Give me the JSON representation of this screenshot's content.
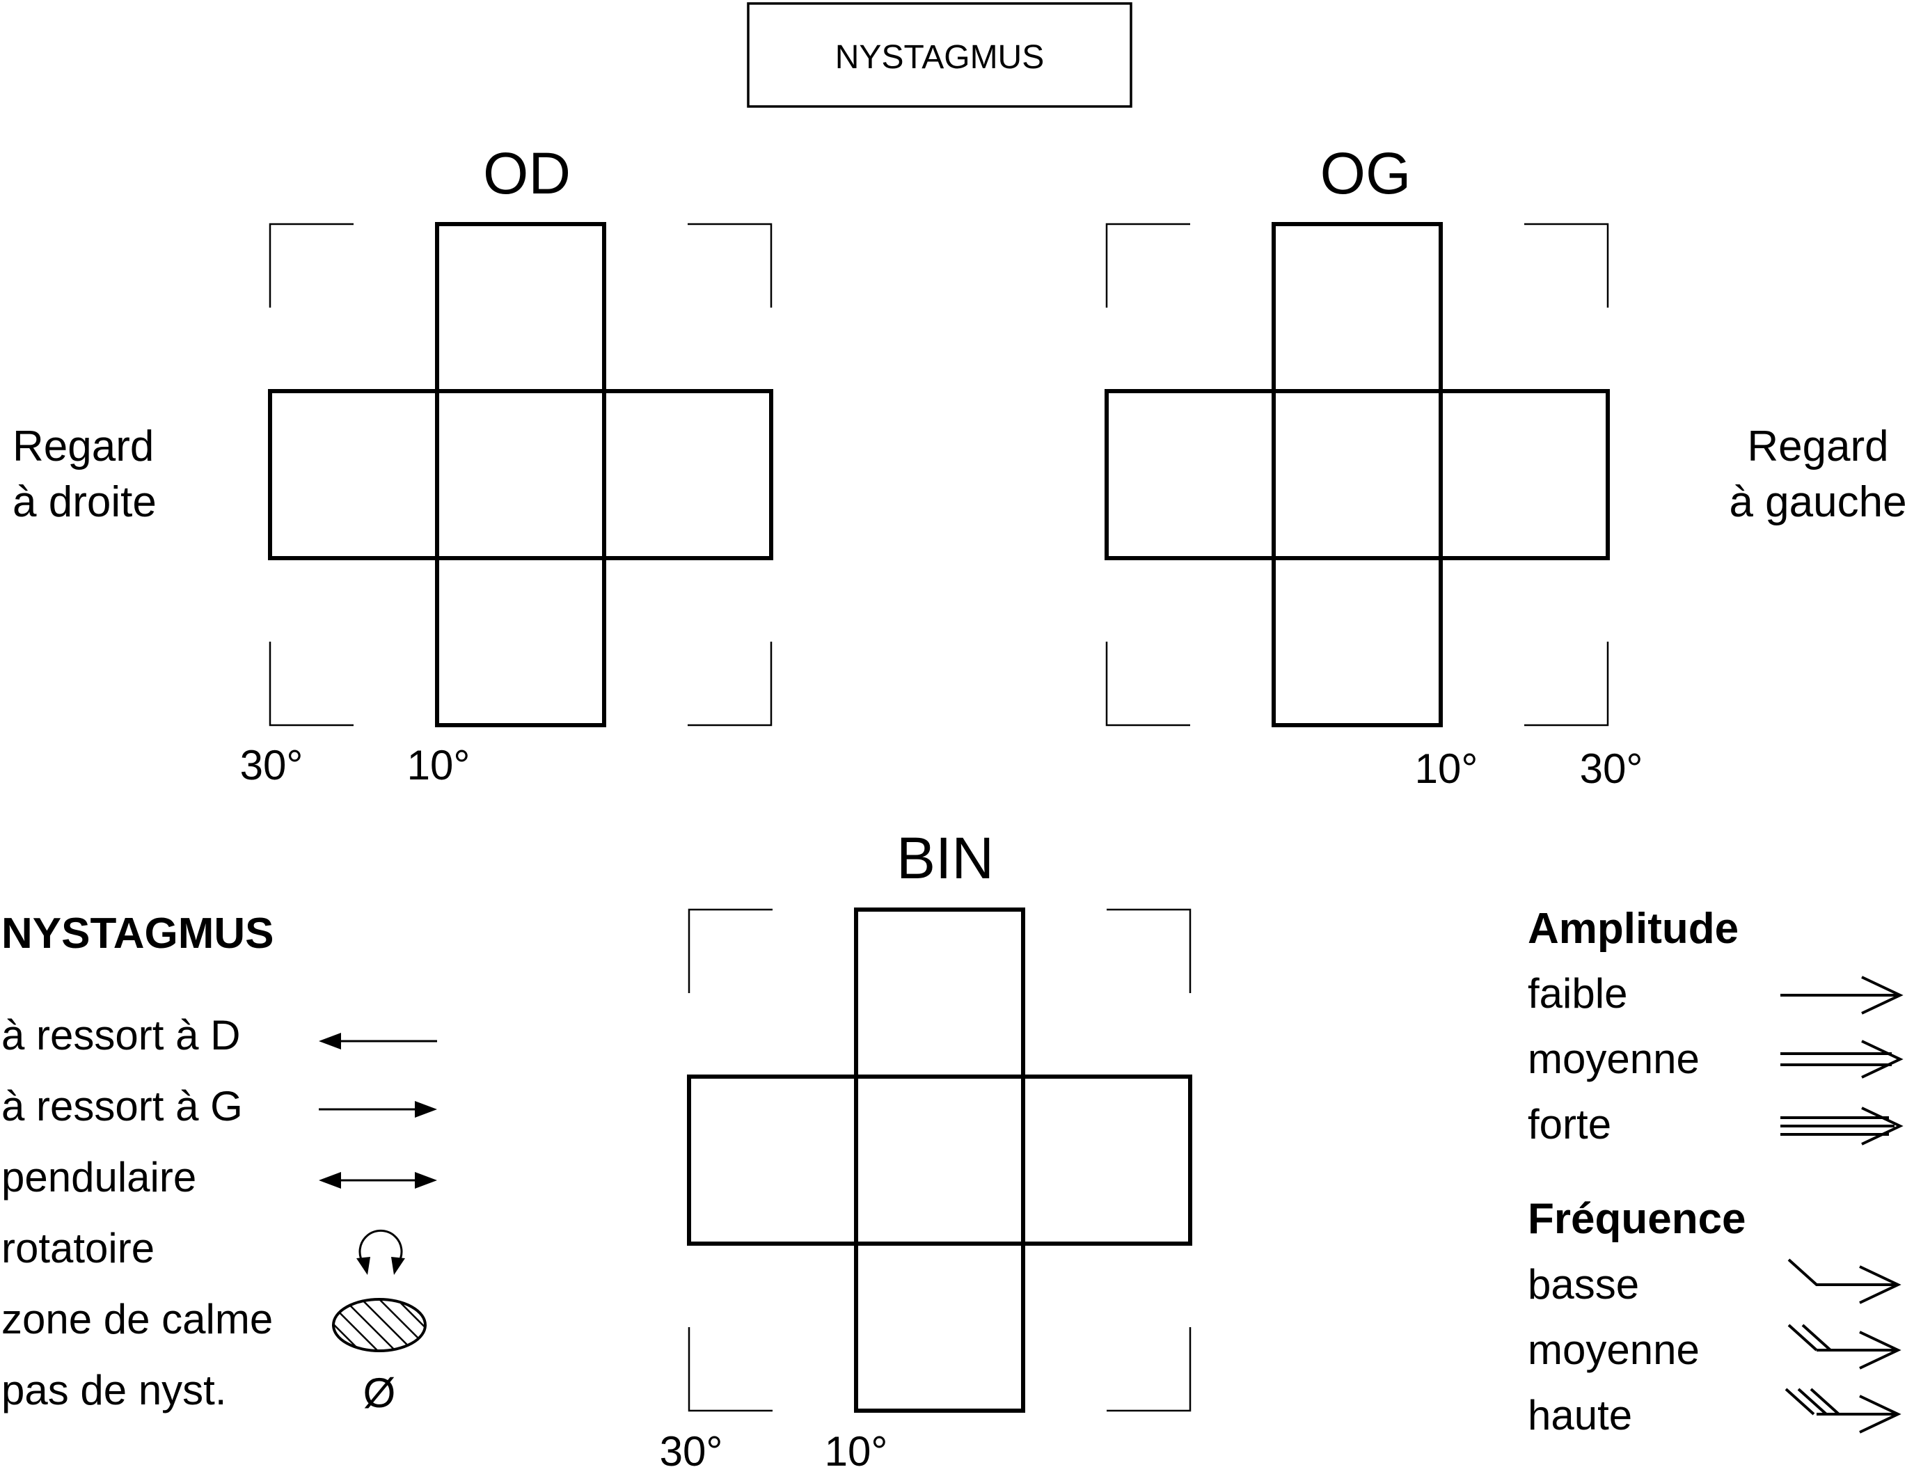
{
  "title": "NYSTAGMUS",
  "charts": [
    {
      "id": "od",
      "label": "OD",
      "side_label": [
        "Regard",
        "à droite"
      ],
      "degrees": {
        "outer": "30°",
        "inner": "10°"
      }
    },
    {
      "id": "og",
      "label": "OG",
      "side_label": [
        "Regard",
        "à gauche"
      ],
      "degrees": {
        "inner": "10°",
        "outer": "30°"
      }
    },
    {
      "id": "bin",
      "label": "BIN",
      "degrees": {
        "outer": "30°",
        "inner": "10°"
      }
    }
  ],
  "legend_type": {
    "heading": "NYSTAGMUS",
    "items": [
      {
        "label": "à ressort à D",
        "icon": "arrow-left-icon"
      },
      {
        "label": "à ressort à G",
        "icon": "arrow-right-icon"
      },
      {
        "label": "pendulaire",
        "icon": "double-arrow-icon"
      },
      {
        "label": "rotatoire",
        "icon": "rotation-icon"
      },
      {
        "label": "zone de calme",
        "icon": "hatched-ellipse-icon"
      },
      {
        "label": "pas de nyst.",
        "icon": "empty-set-icon",
        "symbol": "Ø"
      }
    ]
  },
  "legend_amplitude": {
    "heading": "Amplitude",
    "items": [
      {
        "label": "faible",
        "icon": "single-line-arrow-icon"
      },
      {
        "label": "moyenne",
        "icon": "double-line-arrow-icon"
      },
      {
        "label": "forte",
        "icon": "triple-line-arrow-icon"
      }
    ]
  },
  "legend_frequence": {
    "heading": "Fréquence",
    "items": [
      {
        "label": "basse",
        "icon": "one-tail-arrow-icon"
      },
      {
        "label": "moyenne",
        "icon": "two-tail-arrow-icon"
      },
      {
        "label": "haute",
        "icon": "three-tail-arrow-icon"
      }
    ]
  }
}
